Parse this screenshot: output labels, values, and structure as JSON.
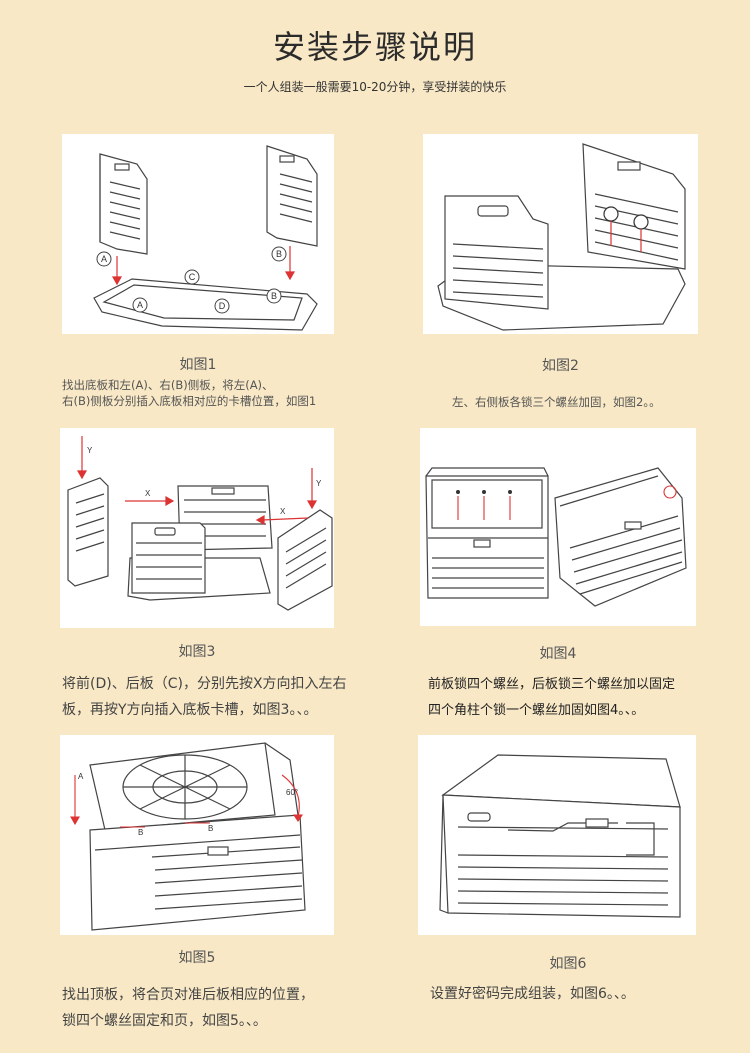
{
  "page": {
    "title": "安装步骤说明",
    "subtitle": "一个人组装一般需要10-20分钟，享受拼装的快乐"
  },
  "steps": [
    {
      "caption": "如图1",
      "lines": [
        "找出底板和左(A)、右(B)侧板，将左(A)、",
        "右(B)侧板分别插入底板相对应的卡槽位置，如图1"
      ],
      "labels": {
        "a1": "A",
        "b1": "B",
        "c": "C",
        "a2": "A",
        "d": "D",
        "b2": "B"
      }
    },
    {
      "caption": "如图2",
      "lines": [
        "左、右侧板各锁三个螺丝加固，如图2。。"
      ]
    },
    {
      "caption": "如图3",
      "lines": [
        "将前(D)、后板（C)，分别先按X方向扣入左右",
        "板，再按Y方向插入底板卡槽，如图3。、。"
      ],
      "labels": {
        "y1": "Y",
        "x1": "X",
        "x2": "X",
        "y2": "Y"
      }
    },
    {
      "caption": "如图4",
      "lines": [
        "前板锁四个螺丝，后板锁三个螺丝加以固定",
        "四个角柱个锁一个螺丝加固如图4。、。"
      ]
    },
    {
      "caption": "如图5",
      "lines": [
        "找出顶板，将合页对准后板相应的位置，",
        "锁四个螺丝固定和页，如图5。、。"
      ],
      "labels": {
        "a": "A",
        "b1": "B",
        "b2": "B",
        "angle": "60°"
      }
    },
    {
      "caption": "如图6",
      "lines": [
        "设置好密码完成组装，如图6。、。"
      ]
    }
  ]
}
